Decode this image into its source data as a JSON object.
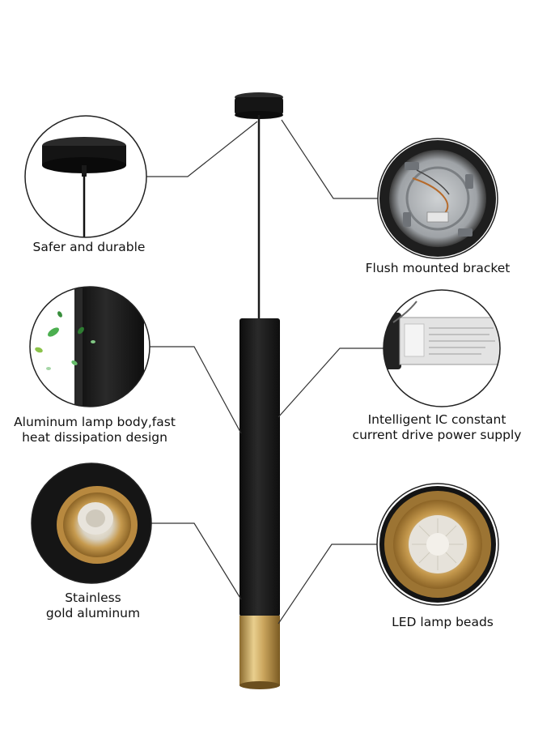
{
  "labels": {
    "safer_and_durable": "Safer and durable",
    "flush_mounted_bracket": "Flush mounted bracket",
    "aluminum_line1": "Aluminum lamp body,fast",
    "aluminum_line2": "heat dissipation design",
    "ic_line1": "Intelligent IC constant",
    "ic_line2": "current drive power supply",
    "stainless_line1": "Stainless",
    "stainless_line2": "gold aluminum",
    "led_lamp_beads": "LED lamp beads"
  },
  "colors": {
    "lamp_body": "#1c1c1c",
    "gold": "#c9a45c",
    "leader_line": "#333333",
    "circle_border": "#222222",
    "leaf_green": "#4caf50"
  },
  "icons": [
    "ceiling-canopy-icon",
    "bracket-icon",
    "leaf-icon",
    "driver-icon",
    "gold-cup-icon",
    "led-bead-icon"
  ]
}
